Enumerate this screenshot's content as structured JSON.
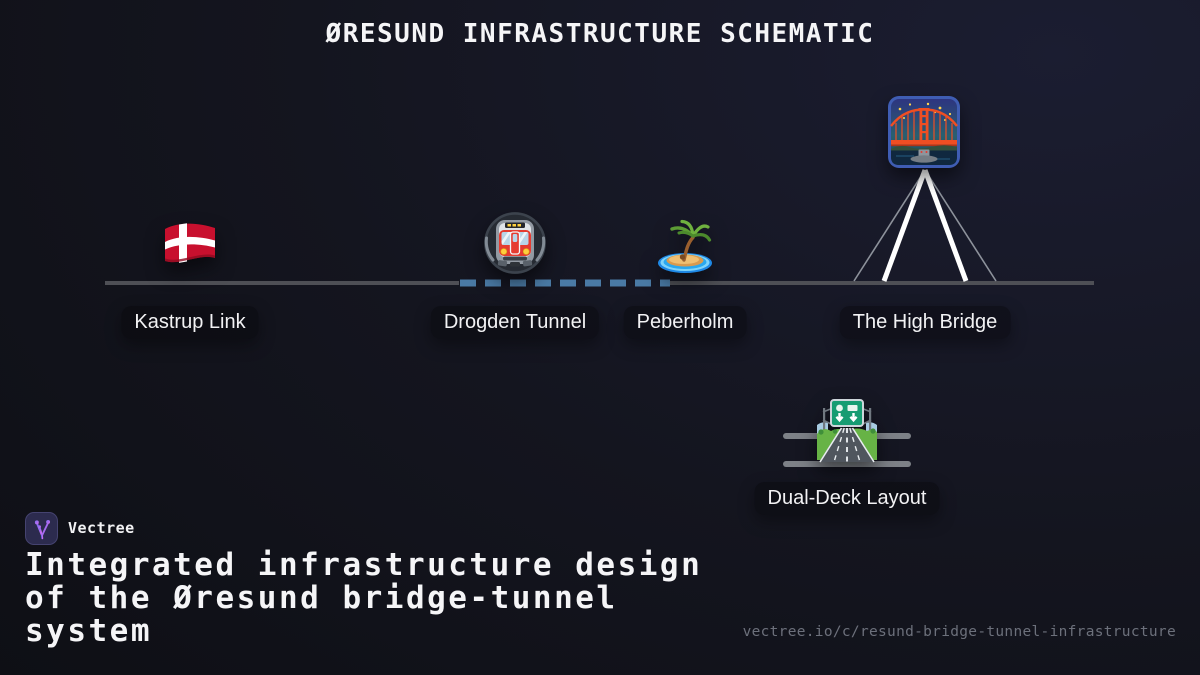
{
  "title": "ØRESUND INFRASTRUCTURE SCHEMATIC",
  "diagram": {
    "stations": [
      {
        "id": "kastrup",
        "label": "Kastrup Link",
        "icon": "denmark-flag-emoji"
      },
      {
        "id": "drogden",
        "label": "Drogden Tunnel",
        "icon": "metro-train-emoji"
      },
      {
        "id": "peberholm",
        "label": "Peberholm",
        "icon": "desert-island-emoji"
      },
      {
        "id": "high-bridge",
        "label": "The High Bridge",
        "icon": "bridge-at-night-emoji"
      }
    ],
    "callout": {
      "id": "dual-deck",
      "label": "Dual-Deck Layout",
      "icon": "motorway-emoji"
    },
    "colors": {
      "baseline": "#4e4f55",
      "tunnel_dash": "#4a7aa5",
      "pylon_cable_thick": "#ffffff",
      "pylon_cable_thin": "#8d929b",
      "deck_bar": "#7d8187"
    }
  },
  "footer": {
    "brand": "Vectree",
    "brand_accent": "#9d6bff",
    "heading": "Integrated infrastructure design of the Øresund bridge-tunnel system",
    "heading_lines": [
      "Integrated infrastructure design",
      "of the Øresund bridge-tunnel",
      "system"
    ],
    "url": "vectree.io/c/resund-bridge-tunnel-infrastructure"
  }
}
